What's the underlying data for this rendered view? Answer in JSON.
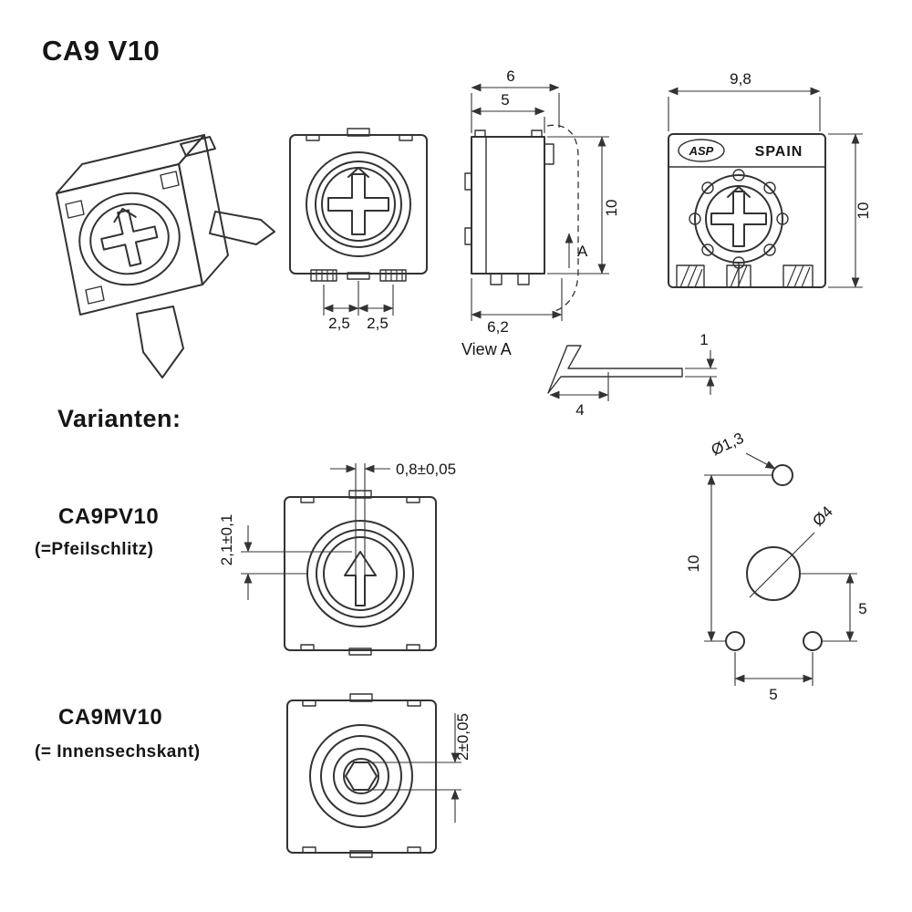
{
  "page": {
    "title": "CA9 V10",
    "varianten_heading": "Varianten:"
  },
  "views": {
    "front": {
      "dim_pin_left": "2,5",
      "dim_pin_right": "2,5"
    },
    "side": {
      "dim_depth_total": "6",
      "dim_depth_body": "5",
      "dim_height": "10",
      "dim_bottom_width": "6,2",
      "view_arrow_label": "A"
    },
    "view_a": {
      "label": "View A",
      "dim_thickness": "1",
      "dim_length": "4"
    },
    "back": {
      "brand": "ASP",
      "country": "SPAIN",
      "dim_width": "9,8",
      "dim_height": "10"
    }
  },
  "variants": [
    {
      "name": "CA9PV10",
      "subtitle": "(=Pfeilschlitz)",
      "dim_slot_width": "0,8±0,05",
      "dim_slot_offset": "2,1±0,1"
    },
    {
      "name": "CA9MV10",
      "subtitle": "(= Innensechskant)",
      "dim_hex_socket": "2±0,05"
    }
  ],
  "hole_pattern": {
    "dim_small_hole": "Ø1,3",
    "dim_center_hole": "Ø4",
    "dim_vertical": "10",
    "dim_right": "5",
    "dim_bottom": "5"
  }
}
